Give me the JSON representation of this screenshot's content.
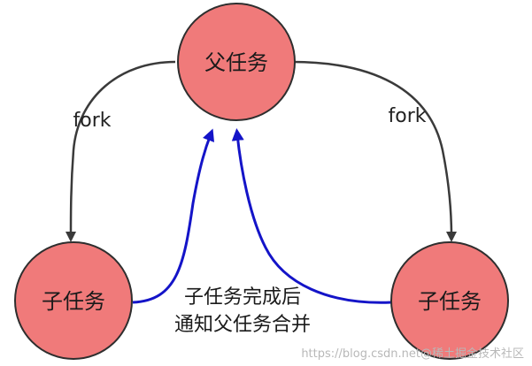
{
  "nodes": {
    "parent": {
      "label": "父任务"
    },
    "child_left": {
      "label": "子任务"
    },
    "child_right": {
      "label": "子任务"
    }
  },
  "edges": {
    "fork_left": {
      "label": "fork"
    },
    "fork_right": {
      "label": "fork"
    }
  },
  "note": {
    "line1": "子任务完成后",
    "line2": "通知父任务合并"
  },
  "watermark": {
    "text": "https://blog.csdn.net@稀土掘金技术社区"
  },
  "colors": {
    "node_fill": "#f07a7a",
    "node_stroke": "#2e2e2e",
    "fork_edge": "#3a3a3a",
    "merge_edge": "#1414c8"
  }
}
